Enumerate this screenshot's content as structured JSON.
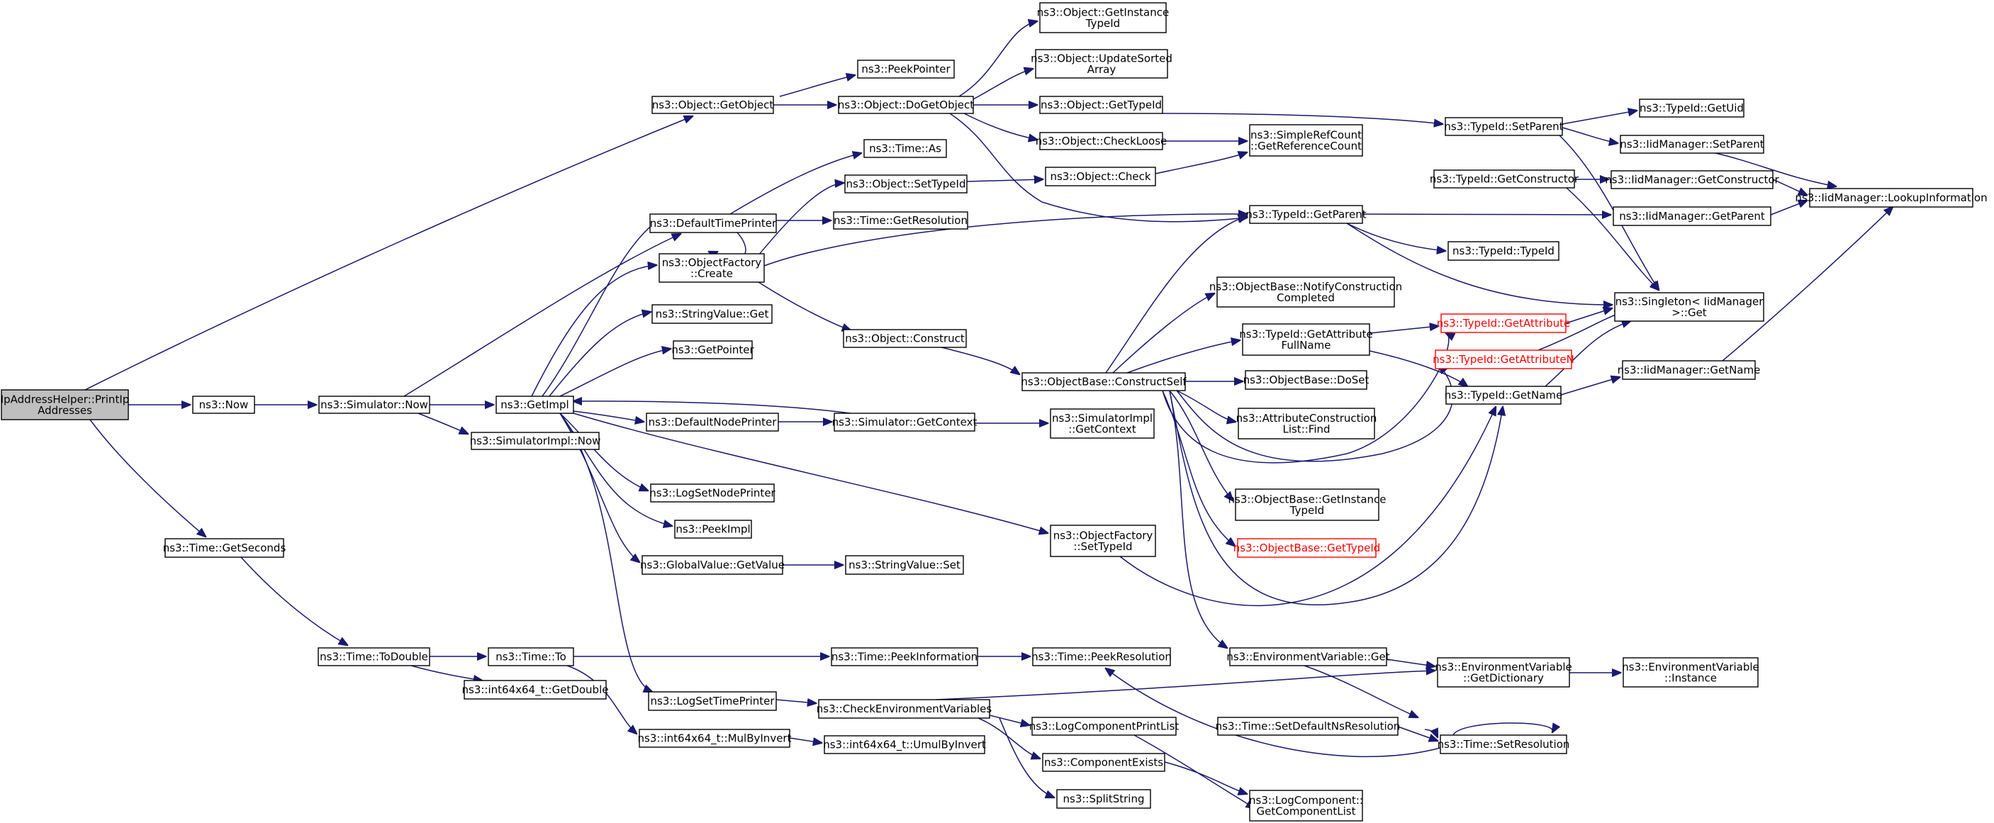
{
  "nodes": [
    {
      "id": "root",
      "lines": [
        "IpAddressHelper::PrintIp",
        "Addresses"
      ],
      "root": true
    },
    {
      "id": "now",
      "lines": [
        "ns3::Now"
      ]
    },
    {
      "id": "simnow",
      "lines": [
        "ns3::Simulator::Now"
      ]
    },
    {
      "id": "getimpl",
      "lines": [
        "ns3::GetImpl"
      ]
    },
    {
      "id": "simimplnow",
      "lines": [
        "ns3::SimulatorImpl::Now"
      ]
    },
    {
      "id": "getseconds",
      "lines": [
        "ns3::Time::GetSeconds"
      ]
    },
    {
      "id": "todouble",
      "lines": [
        "ns3::Time::ToDouble"
      ]
    },
    {
      "id": "timeto",
      "lines": [
        "ns3::Time::To"
      ]
    },
    {
      "id": "getdouble",
      "lines": [
        "ns3::int64x64_t::GetDouble"
      ]
    },
    {
      "id": "mulbyinvert",
      "lines": [
        "ns3::int64x64_t::MulByInvert"
      ]
    },
    {
      "id": "umulbyinvert",
      "lines": [
        "ns3::int64x64_t::UmulByInvert"
      ]
    },
    {
      "id": "getobject",
      "lines": [
        "ns3::Object::GetObject"
      ]
    },
    {
      "id": "peekpointer",
      "lines": [
        "ns3::PeekPointer"
      ]
    },
    {
      "id": "dogetobject",
      "lines": [
        "ns3::Object::DoGetObject"
      ]
    },
    {
      "id": "getinstancetypeid",
      "lines": [
        "ns3::Object::GetInstance",
        "TypeId"
      ]
    },
    {
      "id": "updatesorted",
      "lines": [
        "ns3::Object::UpdateSorted",
        "Array"
      ]
    },
    {
      "id": "objgettypeid",
      "lines": [
        "ns3::Object::GetTypeId"
      ]
    },
    {
      "id": "checkloose",
      "lines": [
        "ns3::Object::CheckLoose"
      ]
    },
    {
      "id": "getrefcount",
      "lines": [
        "ns3::SimpleRefCount",
        "::GetReferenceCount"
      ]
    },
    {
      "id": "objcheck",
      "lines": [
        "ns3::Object::Check"
      ]
    },
    {
      "id": "settypeid",
      "lines": [
        "ns3::Object::SetTypeId"
      ]
    },
    {
      "id": "timeas",
      "lines": [
        "ns3::Time::As"
      ]
    },
    {
      "id": "defaulttimeprinter",
      "lines": [
        "ns3::DefaultTimePrinter"
      ]
    },
    {
      "id": "getresolution",
      "lines": [
        "ns3::Time::GetResolution"
      ]
    },
    {
      "id": "ofcreate",
      "lines": [
        "ns3::ObjectFactory",
        "::Create"
      ]
    },
    {
      "id": "stringvalueget",
      "lines": [
        "ns3::StringValue::Get"
      ]
    },
    {
      "id": "getpointer",
      "lines": [
        "ns3::GetPointer"
      ]
    },
    {
      "id": "objconstruct",
      "lines": [
        "ns3::Object::Construct"
      ]
    },
    {
      "id": "defaultnodeprinter",
      "lines": [
        "ns3::DefaultNodePrinter"
      ]
    },
    {
      "id": "simgetcontext",
      "lines": [
        "ns3::Simulator::GetContext"
      ]
    },
    {
      "id": "simimplgetcontext",
      "lines": [
        "ns3::SimulatorImpl",
        "::GetContext"
      ]
    },
    {
      "id": "logsetnodeprinter",
      "lines": [
        "ns3::LogSetNodePrinter"
      ]
    },
    {
      "id": "peekimpl",
      "lines": [
        "ns3::PeekImpl"
      ]
    },
    {
      "id": "gvgetvalue",
      "lines": [
        "ns3::GlobalValue::GetValue"
      ]
    },
    {
      "id": "stringvalueset",
      "lines": [
        "ns3::StringValue::Set"
      ]
    },
    {
      "id": "ofsettypeid",
      "lines": [
        "ns3::ObjectFactory",
        "::SetTypeId"
      ]
    },
    {
      "id": "peekinformation",
      "lines": [
        "ns3::Time::PeekInformation"
      ]
    },
    {
      "id": "peekresolution",
      "lines": [
        "ns3::Time::PeekResolution"
      ]
    },
    {
      "id": "logsettimeprinter",
      "lines": [
        "ns3::LogSetTimePrinter"
      ]
    },
    {
      "id": "checkenv",
      "lines": [
        "ns3::CheckEnvironmentVariables"
      ]
    },
    {
      "id": "logcompprintlist",
      "lines": [
        "ns3::LogComponentPrintList"
      ]
    },
    {
      "id": "componentexists",
      "lines": [
        "ns3::ComponentExists"
      ]
    },
    {
      "id": "splitstring",
      "lines": [
        "ns3::SplitString"
      ]
    },
    {
      "id": "getcomponentlist",
      "lines": [
        "ns3::LogComponent::",
        "GetComponentList"
      ]
    },
    {
      "id": "constructself",
      "lines": [
        "ns3::ObjectBase::ConstructSelf"
      ]
    },
    {
      "id": "typeidgetparent",
      "lines": [
        "ns3::TypeId::GetParent"
      ]
    },
    {
      "id": "notifyconstruction",
      "lines": [
        "ns3::ObjectBase::NotifyConstruction",
        "Completed"
      ]
    },
    {
      "id": "getattrfullname",
      "lines": [
        "ns3::TypeId::GetAttribute",
        "FullName"
      ]
    },
    {
      "id": "doset",
      "lines": [
        "ns3::ObjectBase::DoSet"
      ]
    },
    {
      "id": "attrconstructionfind",
      "lines": [
        "ns3::AttributeConstruction",
        "List::Find"
      ]
    },
    {
      "id": "obgetinstancetypeid",
      "lines": [
        "ns3::ObjectBase::GetInstance",
        "TypeId"
      ]
    },
    {
      "id": "obgettypeid",
      "lines": [
        "ns3::ObjectBase::GetTypeId"
      ],
      "red": true
    },
    {
      "id": "envget",
      "lines": [
        "ns3::EnvironmentVariable::Get"
      ]
    },
    {
      "id": "setdefaultnsres",
      "lines": [
        "ns3::Time::SetDefaultNsResolution"
      ]
    },
    {
      "id": "typeidsetparent",
      "lines": [
        "ns3::TypeId::SetParent"
      ]
    },
    {
      "id": "typeidgetconstructor",
      "lines": [
        "ns3::TypeId::GetConstructor"
      ]
    },
    {
      "id": "typeidtypeid",
      "lines": [
        "ns3::TypeId::TypeId"
      ]
    },
    {
      "id": "typeidgetattribute",
      "lines": [
        "ns3::TypeId::GetAttribute"
      ],
      "red": true
    },
    {
      "id": "typeidgetattributen",
      "lines": [
        "ns3::TypeId::GetAttributeN"
      ],
      "red": true
    },
    {
      "id": "typeidgetname",
      "lines": [
        "ns3::TypeId::GetName"
      ]
    },
    {
      "id": "envgetdictionary",
      "lines": [
        "ns3::EnvironmentVariable",
        "::GetDictionary"
      ]
    },
    {
      "id": "timesetresolution",
      "lines": [
        "ns3::Time::SetResolution"
      ]
    },
    {
      "id": "typeidgetuid",
      "lines": [
        "ns3::TypeId::GetUid"
      ]
    },
    {
      "id": "iidsetparent",
      "lines": [
        "ns3::IidManager::SetParent"
      ]
    },
    {
      "id": "iidgetconstructor",
      "lines": [
        "ns3::IidManager::GetConstructor"
      ]
    },
    {
      "id": "iidgetparent",
      "lines": [
        "ns3::IidManager::GetParent"
      ]
    },
    {
      "id": "singletonget",
      "lines": [
        "ns3::Singleton< IidManager",
        ">::Get"
      ]
    },
    {
      "id": "iidgetname",
      "lines": [
        "ns3::IidManager::GetName"
      ]
    },
    {
      "id": "envinstance",
      "lines": [
        "ns3::EnvironmentVariable",
        "::Instance"
      ]
    },
    {
      "id": "lookupinformation",
      "lines": [
        "ns3::IidManager::LookupInformation"
      ]
    }
  ]
}
